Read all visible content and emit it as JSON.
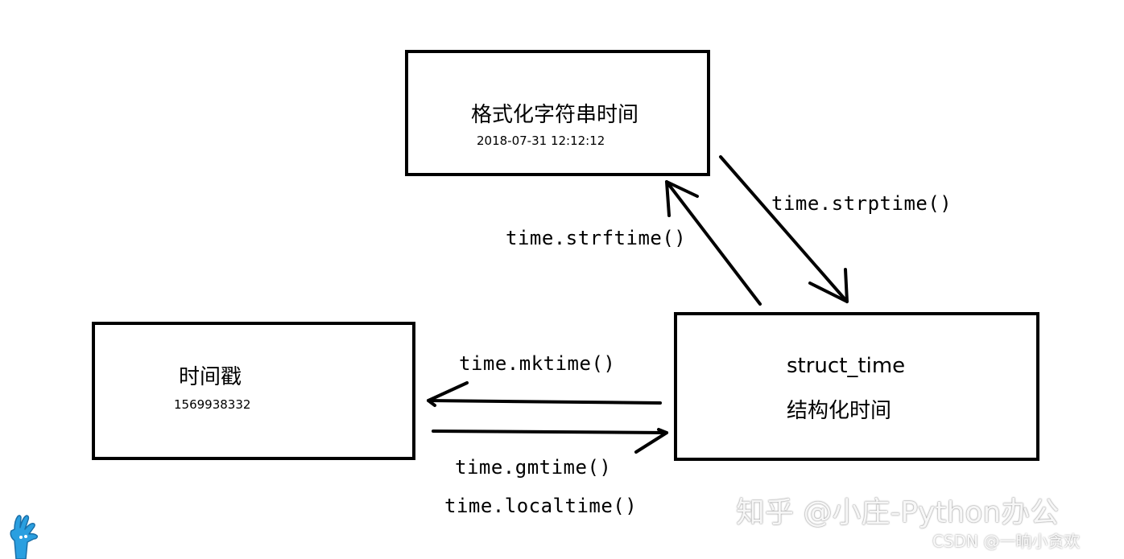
{
  "nodes": {
    "format_string": {
      "title": "格式化字符串时间",
      "sample": "2018-07-31 12:12:12"
    },
    "timestamp": {
      "title": "时间戳",
      "sample": "1569938332"
    },
    "struct_time": {
      "title": "struct_time",
      "subtitle": "结构化时间"
    }
  },
  "edges": {
    "strftime": "time.strftime()",
    "strptime": "time.strptime()",
    "mktime": "time.mktime()",
    "gmtime": "time.gmtime()",
    "localtime": "time.localtime()"
  },
  "watermarks": {
    "zhihu": "知乎 @小庄-Python办公",
    "csdn": "CSDN @一晌小贪欢"
  },
  "colors": {
    "stroke": "#000000",
    "background": "#ffffff",
    "mascot": "#2a9fe0"
  }
}
